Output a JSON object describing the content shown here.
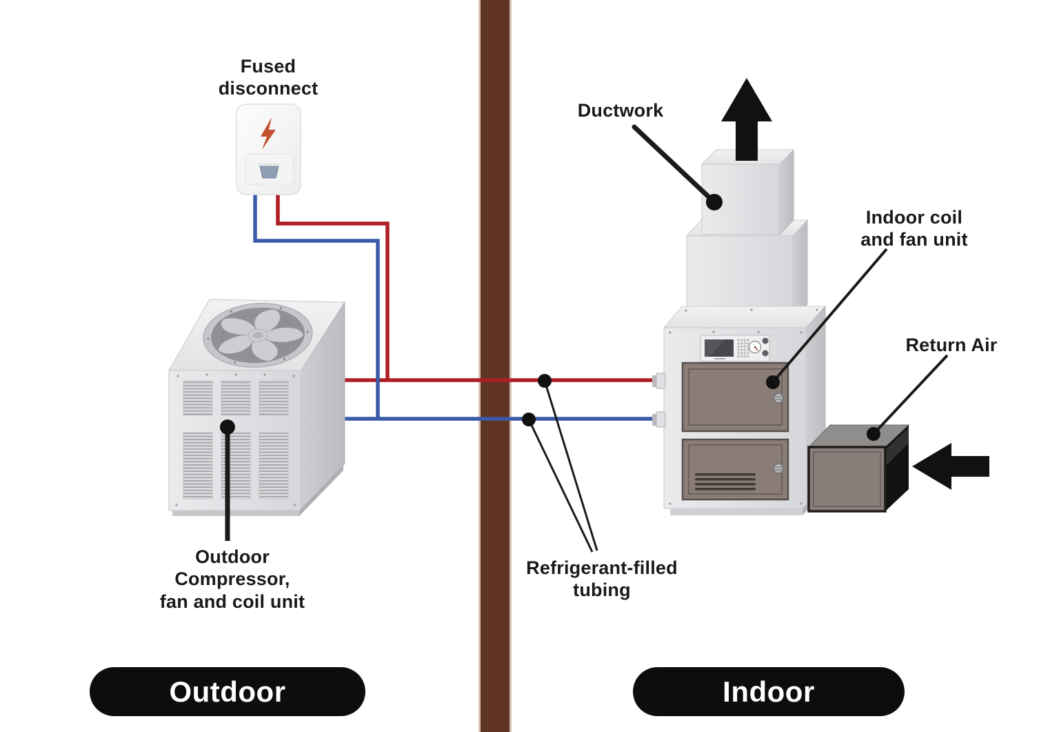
{
  "zones": {
    "outdoor_label": "Outdoor",
    "indoor_label": "Indoor"
  },
  "labels": {
    "fused_disconnect": {
      "line1": "Fused",
      "line2": "disconnect"
    },
    "ductwork": "Ductwork",
    "indoor_coil_fan": {
      "line1": "Indoor coil",
      "line2": "and fan unit"
    },
    "return_air": "Return Air",
    "outdoor_compressor": {
      "line1": "Outdoor",
      "line2": "Compressor,",
      "line3": "fan and coil unit"
    },
    "refrigerant_tubing": {
      "line1": "Refrigerant-filled",
      "line2": "tubing"
    }
  },
  "colors": {
    "refrigerant_red": "#AE1E25",
    "refrigerant_blue": "#3A5CA8",
    "wall_brown": "#5F3425",
    "bolt_orange": "#C25231",
    "arrow_black": "#111111",
    "door_taupe": "#8A7C77",
    "zone_pill": "#0D0D0D"
  },
  "icons": {
    "fused_disconnect_icon": "lightning-bolt-icon",
    "outdoor_fan_icon": "fan-icon",
    "supply_air_icon": "up-arrow-icon",
    "return_air_icon": "left-arrow-icon"
  }
}
